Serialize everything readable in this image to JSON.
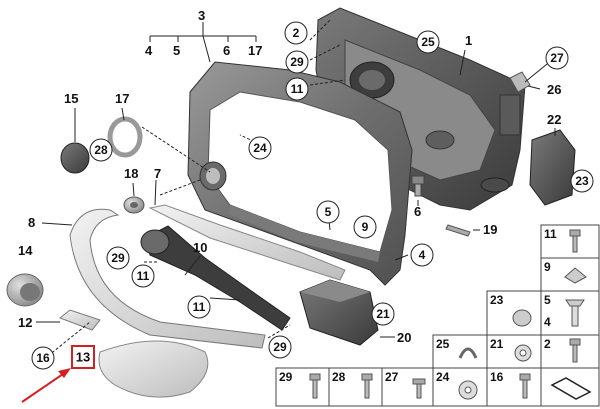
{
  "diagram": {
    "labels": {
      "p1": "1",
      "p2": "2",
      "p3": "3",
      "p4": "4",
      "p5": "5",
      "p6": "6",
      "p7": "7",
      "p8": "8",
      "p9": "9",
      "p10": "10",
      "p11": "11",
      "p12": "12",
      "p13": "13",
      "p14": "14",
      "p15": "15",
      "p16": "16",
      "p17": "17",
      "p18": "18",
      "p19": "19",
      "p20": "20",
      "p21": "21",
      "p22": "22",
      "p23": "23",
      "p24": "24",
      "p25": "25",
      "p26": "26",
      "p27": "27",
      "p28": "28",
      "p29": "29"
    },
    "highlight_color": "#d42020",
    "arrow_color": "#d42020"
  }
}
